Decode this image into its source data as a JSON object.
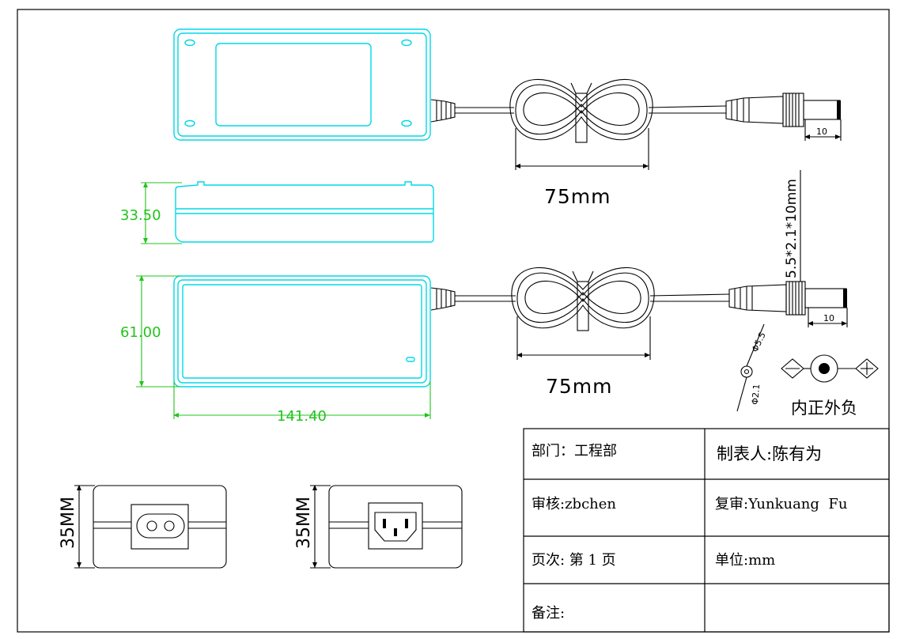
{
  "top_view": {
    "length_dim": "10",
    "cable_loop_dim": "75mm"
  },
  "front_view": {
    "height_dim": "33.50"
  },
  "bottom_view": {
    "width_dim": "61.00",
    "length_dim": "141.40",
    "cable_loop_dim": "75mm",
    "plug_len_dim": "10",
    "plug_spec": "5.5*2.1*10mm",
    "outer_diameter": "Φ5.5",
    "inner_diameter": "Φ2.1",
    "polarity_label": "内正外负"
  },
  "end_views": {
    "left_height": "35MM",
    "right_height": "35MM"
  },
  "title_block": {
    "department": "部门：工程部",
    "prepared_by": "制表人:陈有为",
    "reviewed_by": "审核:zbchen",
    "re_review": "复审:Yunkuang  Fu",
    "page": "页次: 第 1 页",
    "unit": "单位:mm",
    "remarks": "备注:"
  }
}
